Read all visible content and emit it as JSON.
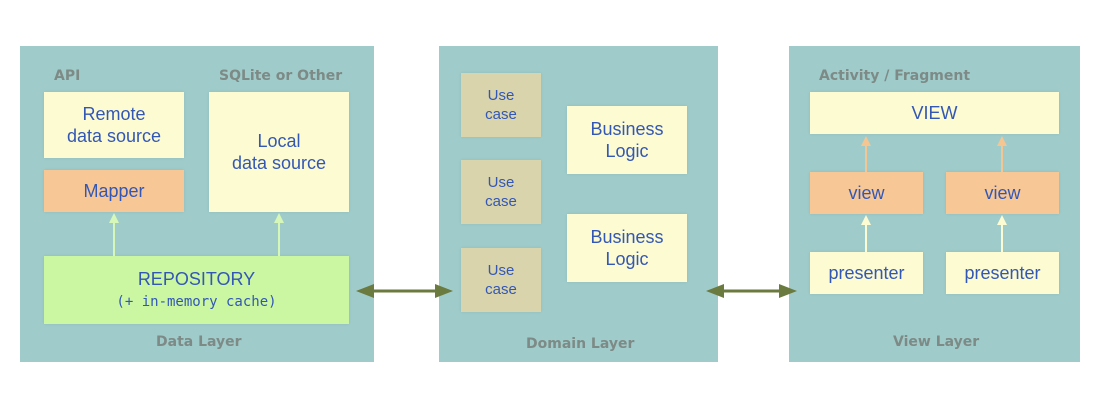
{
  "data_layer": {
    "caption": "Data Layer",
    "api_label": "API",
    "sqlite_label": "SQLite or Other",
    "remote": "Remote\ndata source",
    "local": "Local\ndata source",
    "mapper": "Mapper",
    "repository": "REPOSITORY",
    "repository_note": "(+ in-memory cache)"
  },
  "domain_layer": {
    "caption": "Domain Layer",
    "use_cases": [
      "Use\ncase",
      "Use\ncase",
      "Use\ncase"
    ],
    "business_logic": [
      "Business\nLogic",
      "Business\nLogic"
    ]
  },
  "view_layer": {
    "caption": "View Layer",
    "activity_label": "Activity / Fragment",
    "view_main": "VIEW",
    "views": [
      "view",
      "view"
    ],
    "presenters": [
      "presenter",
      "presenter"
    ]
  },
  "colors": {
    "layer_bg": "#9fcbcb",
    "cream": "#fdfbd2",
    "orange": "#f8c796",
    "green": "#cbf7a2",
    "olive": "#d9d4ab",
    "text_blue": "#3357b5",
    "arrow_dark": "#6b7a3e",
    "arrow_light_green": "#d6f7b8",
    "arrow_light_orange": "#f5c592"
  }
}
